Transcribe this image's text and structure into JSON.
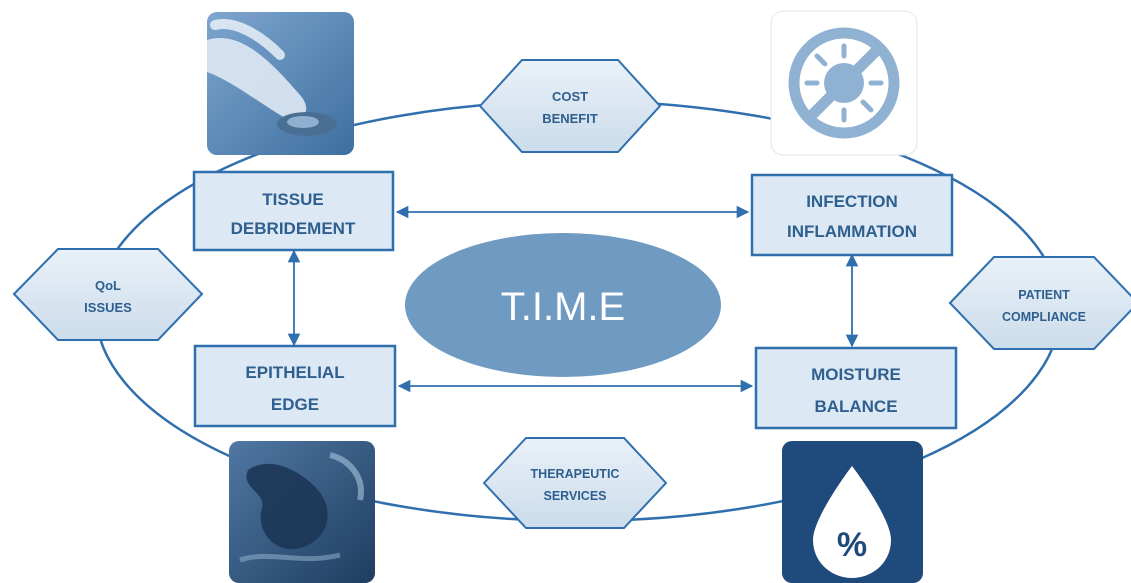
{
  "title": "T.I.M.E",
  "boxes": {
    "tissue": {
      "line1": "TISSUE",
      "line2": "DEBRIDEMENT"
    },
    "infection": {
      "line1": "INFECTION",
      "line2": "INFLAMMATION"
    },
    "epithelial": {
      "line1": "EPITHELIAL",
      "line2": "EDGE"
    },
    "moisture": {
      "line1": "MOISTURE",
      "line2": "BALANCE"
    }
  },
  "hexagons": {
    "cost": {
      "line1": "COST",
      "line2": "BENEFIT"
    },
    "qol": {
      "line1": "QoL",
      "line2": "ISSUES"
    },
    "patient": {
      "line1": "PATIENT",
      "line2": "COMPLIANCE"
    },
    "therapeutic": {
      "line1": "THERAPEUTIC",
      "line2": "SERVICES"
    }
  },
  "icons": {
    "moisture_symbol": "%"
  },
  "colors": {
    "ring": "#2f6fae",
    "box_fill": "#dce8f3",
    "box_stroke": "#2f6fae",
    "text": "#2e5f8f",
    "ellipse": "#6f9ac2",
    "drop_tile": "#1f4a7c"
  }
}
